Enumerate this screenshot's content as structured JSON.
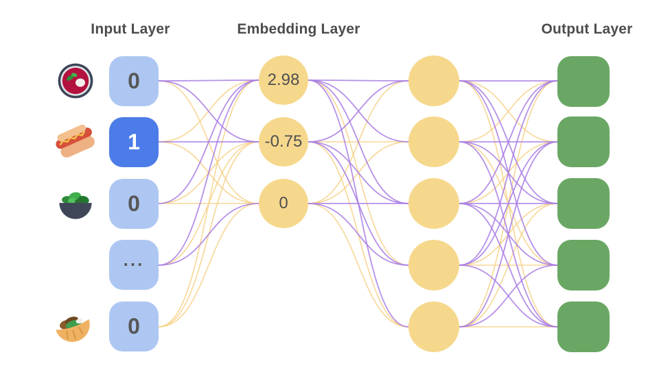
{
  "titles": {
    "input": "Input Layer",
    "embedding": "Embedding Layer",
    "output": "Output Layer"
  },
  "input_layer": {
    "nodes": [
      {
        "icon": "borscht-soup-icon",
        "value": "0",
        "active": false
      },
      {
        "icon": "hotdog-icon",
        "value": "1",
        "active": true
      },
      {
        "icon": "salad-icon",
        "value": "0",
        "active": false
      },
      {
        "icon": "none",
        "value": "...",
        "active": false
      },
      {
        "icon": "pita-icon",
        "value": "0",
        "active": false
      }
    ]
  },
  "embedding_layer": {
    "values": [
      "2.98",
      "-0.75",
      "0"
    ]
  },
  "hidden_layer": {
    "node_count": 5
  },
  "output_layer": {
    "node_count": 5
  },
  "edges": {
    "legend": {
      "P": "purple",
      "Y": "gold"
    },
    "input_to_embedding": [
      [
        "P",
        "P",
        "Y"
      ],
      [
        "Y",
        "P",
        "Y"
      ],
      [
        "P",
        "Y",
        "Y"
      ],
      [
        "P",
        "Y",
        "P"
      ],
      [
        "Y",
        "Y",
        "Y"
      ]
    ],
    "embedding_to_hidden": [
      [
        "P",
        "P",
        "P",
        "Y",
        "P"
      ],
      [
        "P",
        "Y",
        "P",
        "P",
        "Y"
      ],
      [
        "Y",
        "Y",
        "P",
        "P",
        "Y"
      ]
    ],
    "hidden_to_output": [
      [
        "P",
        "Y",
        "P",
        "P",
        "Y"
      ],
      [
        "Y",
        "P",
        "P",
        "Y",
        "P"
      ],
      [
        "P",
        "Y",
        "P",
        "P",
        "P"
      ],
      [
        "P",
        "P",
        "Y",
        "Y",
        "P"
      ],
      [
        "Y",
        "P",
        "Y",
        "P",
        "Y"
      ]
    ]
  },
  "colors": {
    "edge_purple": "#a87ce4",
    "edge_gold": "#f6d084",
    "input_inactive": "#aec7f2",
    "input_active": "#4c7ce8",
    "embedding_fill": "#f6d88d",
    "output_fill": "#6aa764",
    "title_text": "#4c4c4c",
    "value_text": "#575757"
  }
}
